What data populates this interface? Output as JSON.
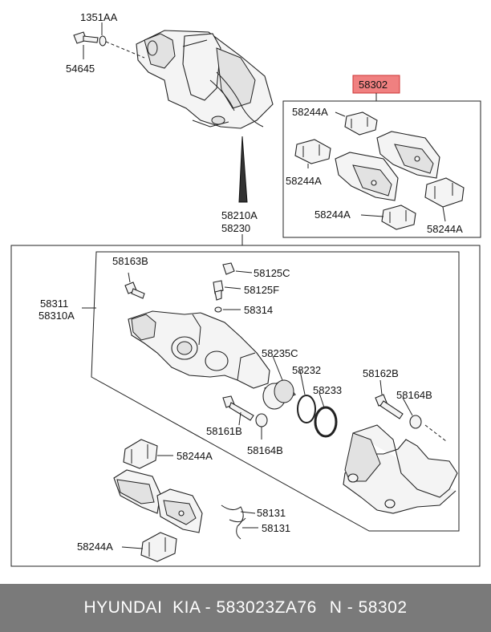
{
  "labels": {
    "p1351AA": "1351AA",
    "p54645": "54645",
    "p58302": "58302",
    "p58244A_1": "58244A",
    "p58244A_2": "58244A",
    "p58244A_3": "58244A",
    "p58244A_4": "58244A",
    "p58244A_5": "58244A",
    "p58244A_6": "58244A",
    "p58210A": "58210A",
    "p58230": "58230",
    "p58163B": "58163B",
    "p58125C": "58125C",
    "p58125F": "58125F",
    "p58311": "58311",
    "p58310A": "58310A",
    "p58314": "58314",
    "p58235C": "58235C",
    "p58232": "58232",
    "p58233": "58233",
    "p58162B": "58162B",
    "p58164B_1": "58164B",
    "p58161B": "58161B",
    "p58164B_2": "58164B",
    "p58131_1": "58131",
    "p58131_2": "58131"
  },
  "highlight_color": "#f08080",
  "footer": {
    "brand": "HYUNDAI  KIA - 583023ZA76",
    "ref": "N - 58302"
  }
}
